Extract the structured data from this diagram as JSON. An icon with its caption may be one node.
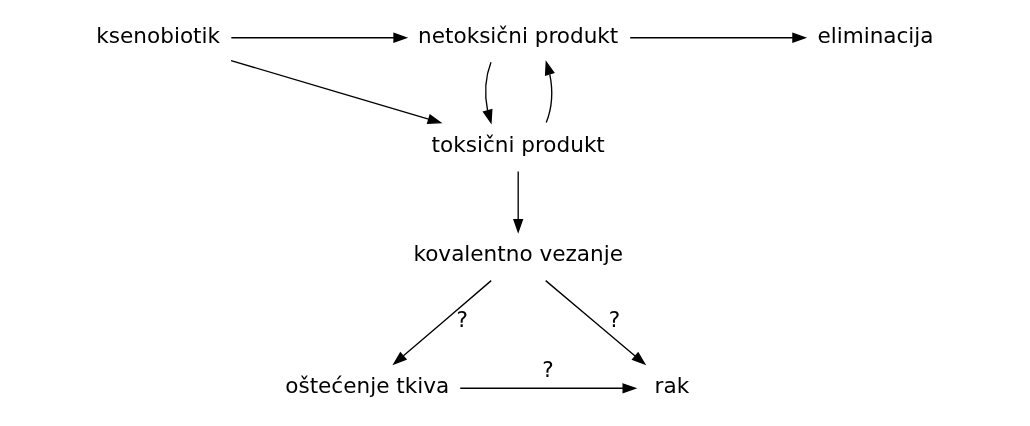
{
  "diagram": {
    "nodes": [
      {
        "text": [
          "ksenobiotik"
        ]
      },
      {
        "text": [
          "netoksični produkt"
        ]
      },
      {
        "text": [
          "eliminacija"
        ]
      },
      {
        "text": [
          "toksični produkt"
        ]
      },
      {
        "text": [
          "kovalentno vezanje"
        ]
      },
      {
        "text": [
          "oštećenje tkiva"
        ]
      },
      {
        "text": [
          "rak"
        ]
      }
    ],
    "edges": [
      {
        "from": 0,
        "to": 1,
        "arrow": "to"
      },
      {
        "from": 1,
        "to": 2,
        "arrow": "to"
      },
      {
        "from": 0,
        "to": 3,
        "arrow": "to"
      },
      {
        "from": 1,
        "to": 3,
        "arrow": "to"
      },
      {
        "from": 3,
        "to": 1,
        "arrow": "to"
      },
      {
        "from": 3,
        "to": 4,
        "arrow": "to"
      },
      {
        "from": 4,
        "to": 5,
        "arrow": "to",
        "label": "?"
      },
      {
        "from": 4,
        "to": 6,
        "arrow": "to",
        "label": "?"
      },
      {
        "from": 5,
        "to": 6,
        "arrow": "to",
        "label": "?"
      }
    ]
  }
}
